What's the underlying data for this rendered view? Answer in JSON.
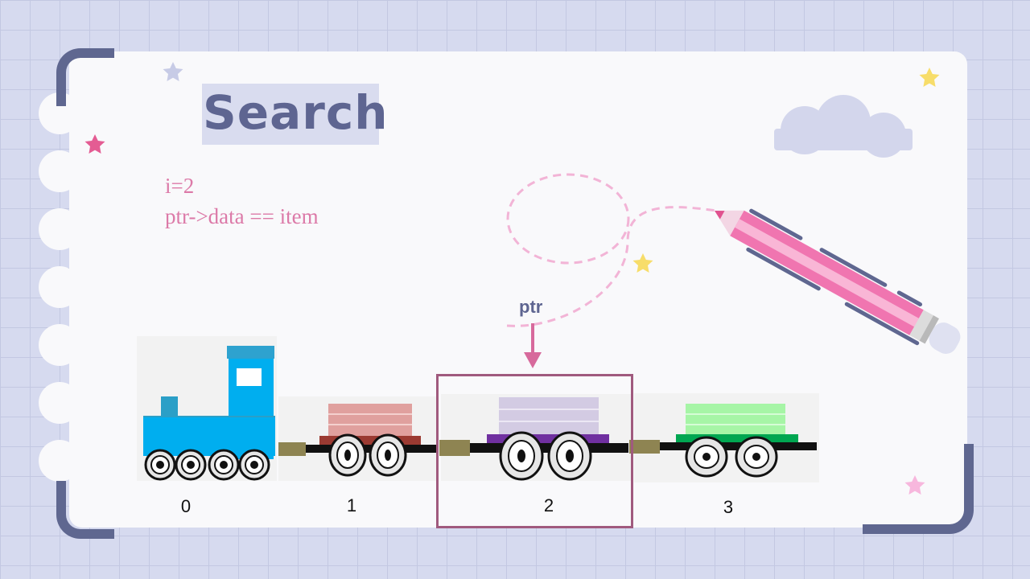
{
  "slide": {
    "title": "Search",
    "code_lines": [
      "i=2",
      "ptr->data == item"
    ],
    "pointer_label": "ptr",
    "indices": [
      "0",
      "1",
      "2",
      "3"
    ],
    "highlighted_index": 2
  },
  "colors": {
    "background": "#d6daef",
    "card": "#f9f9fb",
    "frame": "#5f6790",
    "title": "#5e6591",
    "code": "#dc7aa8",
    "pointer": "#d76a9c",
    "highlight_border": "#a05a7e",
    "engine": "#00aeef",
    "car1_cargo": "#e0a09e",
    "car2_cargo": "#d3cbe3",
    "car3_cargo": "#a6f5a6"
  },
  "decorations": [
    "star-icon",
    "cloud-icon",
    "pencil-icon",
    "dashed-loop-path"
  ]
}
